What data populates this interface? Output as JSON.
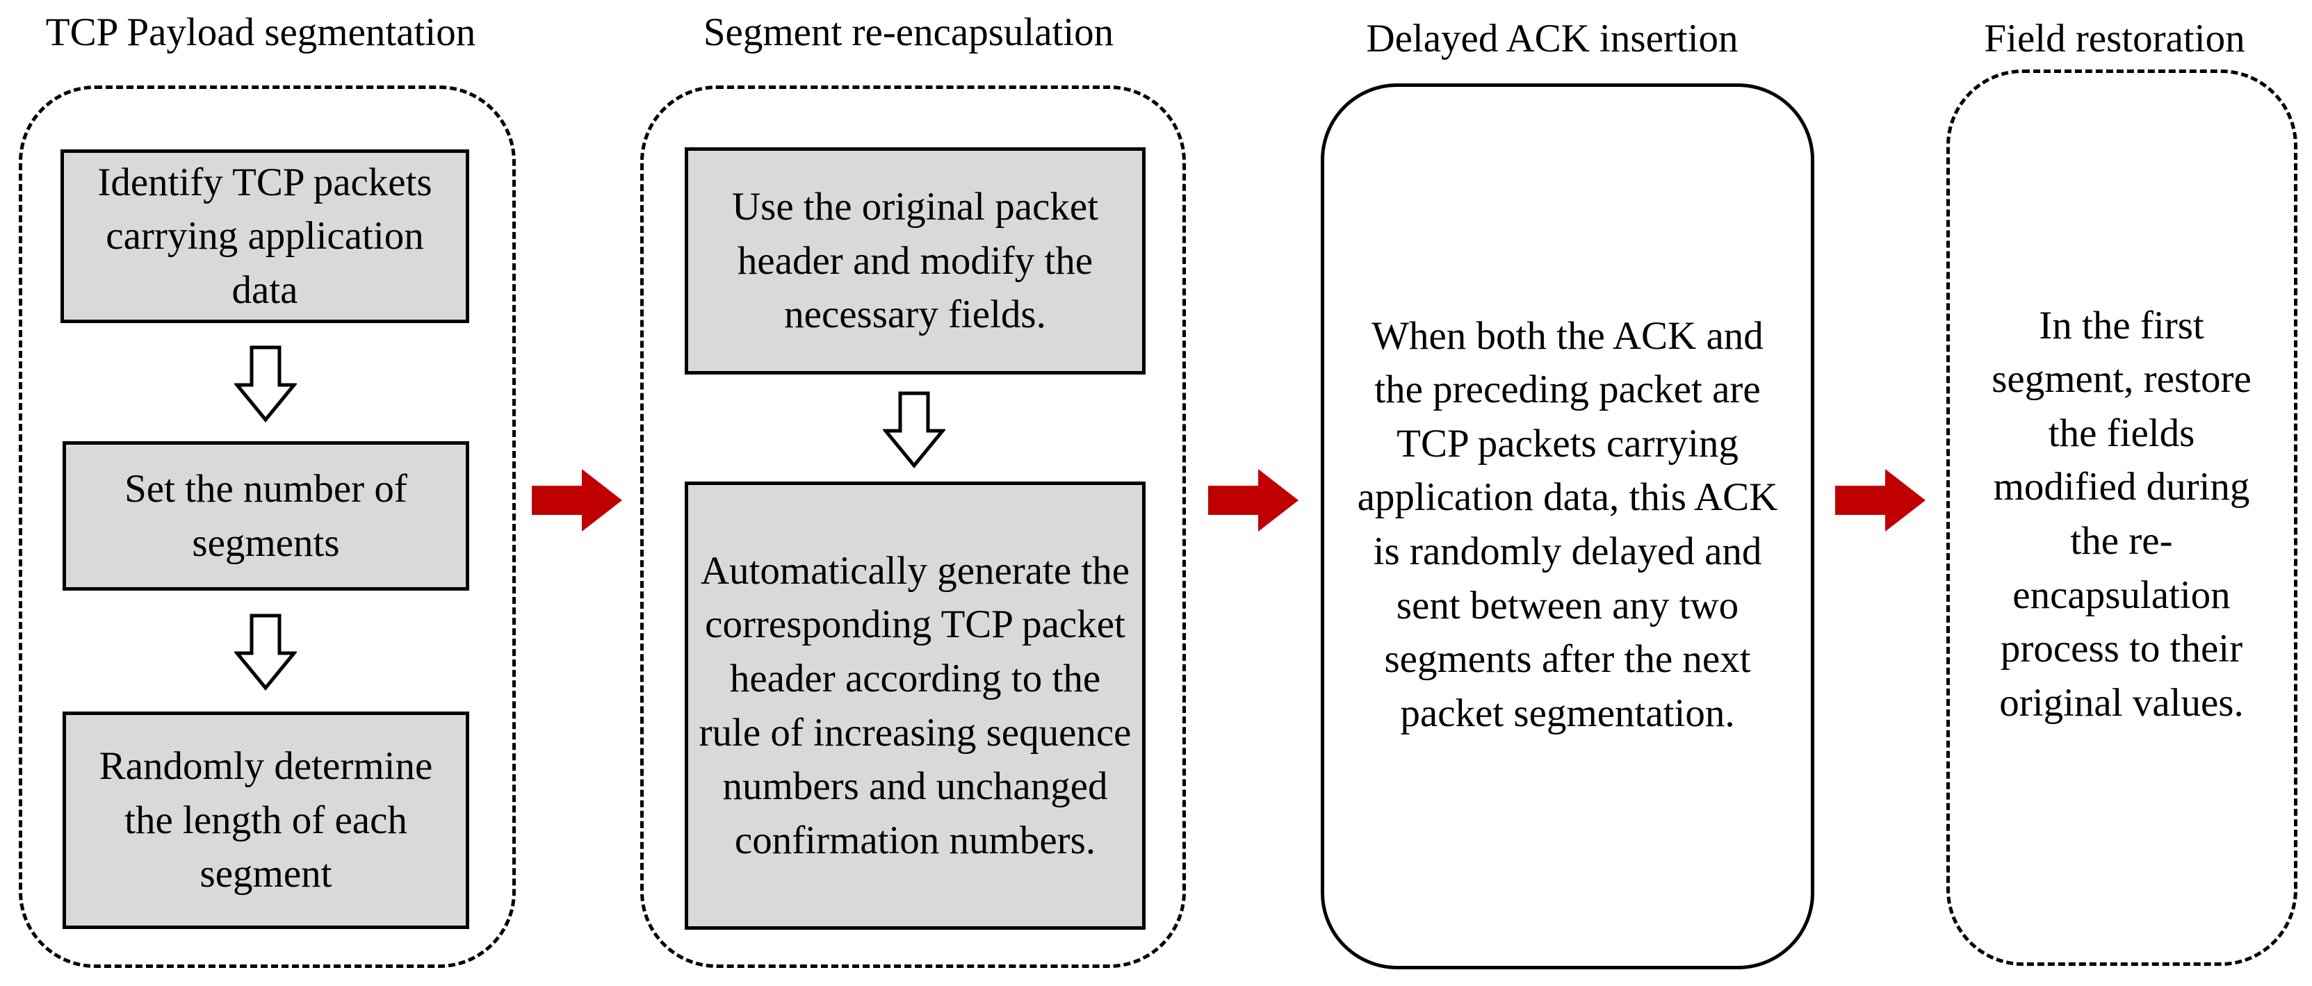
{
  "colors": {
    "step_fill": "#d9d9d9",
    "arrow_red": "#c00000",
    "outline": "#000000"
  },
  "stages": [
    {
      "title": "TCP Payload segmentation",
      "steps": [
        "Identify TCP packets carrying application data",
        "Set the number of segments",
        "Randomly determine the length of each segment"
      ]
    },
    {
      "title": "Segment re-encapsulation",
      "steps": [
        "Use the original packet header and modify the necessary fields.",
        "Automatically generate the corresponding TCP packet header according to the rule of increasing sequence numbers and unchanged confirmation numbers."
      ]
    },
    {
      "title": "Delayed ACK insertion",
      "text": "When both the ACK and the preceding packet are TCP packets carrying application data, this ACK is randomly delayed and sent between any two segments after the next packet segmentation."
    },
    {
      "title": "Field restoration",
      "text": "In the first segment, restore the fields modified during the re-encapsulation process to their original values."
    }
  ],
  "icons": {
    "flow_arrow": "right-arrow-icon",
    "step_arrow": "down-arrow-icon"
  }
}
